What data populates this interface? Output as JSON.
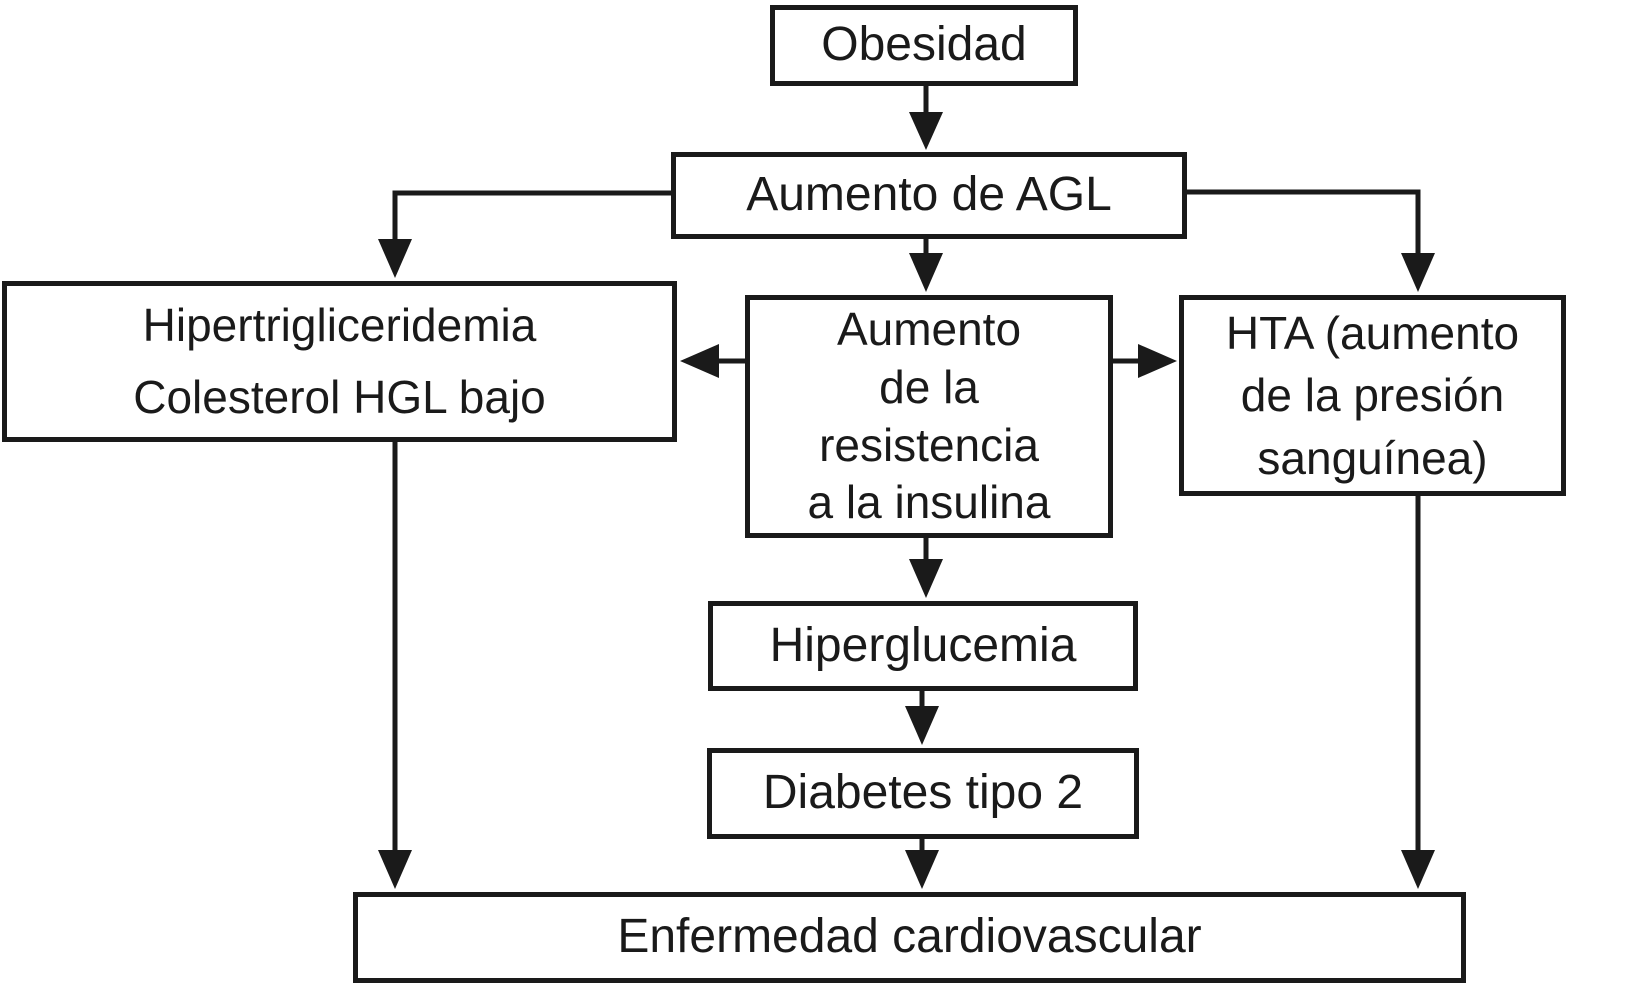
{
  "diagram": {
    "language": "es",
    "colors": {
      "background": "#ffffff",
      "line": "#1a1a1a",
      "text": "#1a1a1a",
      "box_fill": "#ffffff"
    },
    "nodes": {
      "obesidad": {
        "label": "Obesidad"
      },
      "agl": {
        "label": "Aumento de AGL"
      },
      "lipid": {
        "lines": [
          "Hipertrigliceridemia",
          "Colesterol HGL bajo"
        ]
      },
      "resistencia": {
        "lines": [
          "Aumento",
          "de la",
          "resistencia",
          "a la insulina"
        ]
      },
      "hta": {
        "lines": [
          "HTA (aumento",
          "de la presión",
          "sanguínea)"
        ]
      },
      "hiperglucemia": {
        "label": "Hiperglucemia"
      },
      "diabetes": {
        "label": "Diabetes tipo 2"
      },
      "cardiovascular": {
        "label": "Enfermedad cardiovascular"
      }
    },
    "edges": [
      {
        "from": "Obesidad",
        "to": "Aumento de AGL"
      },
      {
        "from": "Aumento de AGL",
        "to": "Hipertrigliceridemia Colesterol HGL bajo"
      },
      {
        "from": "Aumento de AGL",
        "to": "Aumento de la resistencia a la insulina"
      },
      {
        "from": "Aumento de AGL",
        "to": "HTA (aumento de la presión sanguínea)"
      },
      {
        "from": "Aumento de la resistencia a la insulina",
        "to": "Hipertrigliceridemia Colesterol HGL bajo"
      },
      {
        "from": "Aumento de la resistencia a la insulina",
        "to": "HTA (aumento de la presión sanguínea)"
      },
      {
        "from": "Aumento de la resistencia a la insulina",
        "to": "Hiperglucemia"
      },
      {
        "from": "Hiperglucemia",
        "to": "Diabetes tipo 2"
      },
      {
        "from": "Diabetes tipo 2",
        "to": "Enfermedad cardiovascular"
      },
      {
        "from": "Hipertrigliceridemia Colesterol HGL bajo",
        "to": "Enfermedad cardiovascular"
      },
      {
        "from": "HTA (aumento de la presión sanguínea)",
        "to": "Enfermedad cardiovascular"
      }
    ]
  }
}
